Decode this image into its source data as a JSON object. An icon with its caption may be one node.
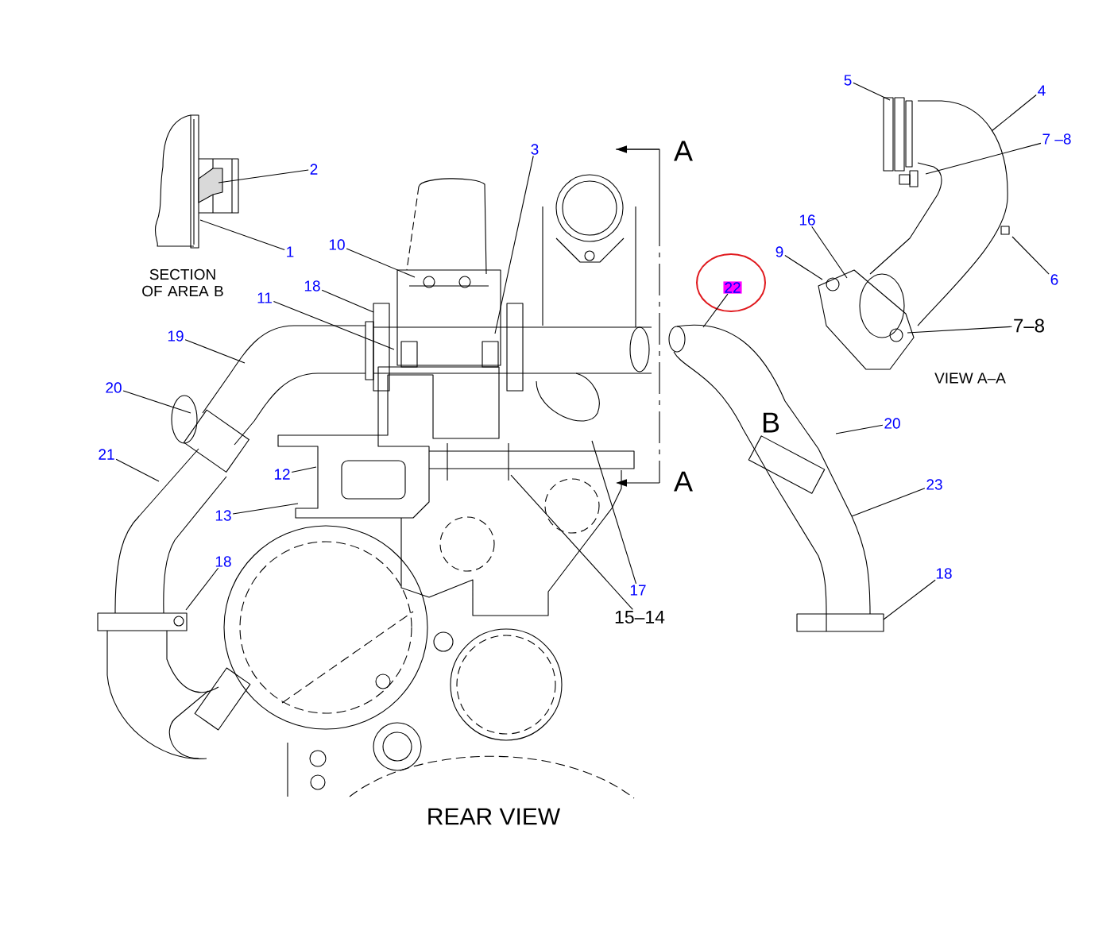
{
  "diagram": {
    "nodes": [
      {
        "text": [
          "2"
        ]
      },
      {
        "text": [
          "1"
        ]
      },
      {
        "text": [
          "10"
        ]
      },
      {
        "text": [
          "18"
        ]
      },
      {
        "text": [
          "11"
        ]
      },
      {
        "text": [
          "3"
        ]
      },
      {
        "text": [
          "19"
        ]
      },
      {
        "text": [
          "20"
        ]
      },
      {
        "text": [
          "21"
        ]
      },
      {
        "text": [
          "12"
        ]
      },
      {
        "text": [
          "13"
        ]
      },
      {
        "text": [
          "18"
        ]
      },
      {
        "text": [
          "17"
        ]
      },
      {
        "text": [
          "15–14"
        ]
      },
      {
        "text": [
          "22"
        ]
      },
      {
        "text": [
          "5"
        ]
      },
      {
        "text": [
          "4"
        ]
      },
      {
        "text": [
          "7 –8"
        ]
      },
      {
        "text": [
          "16"
        ]
      },
      {
        "text": [
          "9"
        ]
      },
      {
        "text": [
          "6"
        ]
      },
      {
        "text": [
          "7–8"
        ]
      },
      {
        "text": [
          "20"
        ]
      },
      {
        "text": [
          "23"
        ]
      },
      {
        "text": [
          "18"
        ]
      }
    ],
    "edges": [
      {
        "from": 0,
        "to": null,
        "arrow": "none"
      },
      {
        "from": 1,
        "to": null,
        "arrow": "none"
      },
      {
        "from": 2,
        "to": null,
        "arrow": "none"
      },
      {
        "from": 3,
        "to": null,
        "arrow": "none"
      },
      {
        "from": 4,
        "to": null,
        "arrow": "none"
      },
      {
        "from": 5,
        "to": null,
        "arrow": "none"
      },
      {
        "from": 6,
        "to": null,
        "arrow": "none"
      },
      {
        "from": 7,
        "to": null,
        "arrow": "none"
      },
      {
        "from": 8,
        "to": null,
        "arrow": "none"
      },
      {
        "from": 9,
        "to": null,
        "arrow": "none"
      },
      {
        "from": 10,
        "to": null,
        "arrow": "none"
      },
      {
        "from": 11,
        "to": null,
        "arrow": "none"
      },
      {
        "from": 12,
        "to": null,
        "arrow": "none"
      },
      {
        "from": 13,
        "to": null,
        "arrow": "none"
      },
      {
        "from": 14,
        "to": null,
        "arrow": "none"
      },
      {
        "from": 15,
        "to": null,
        "arrow": "none"
      },
      {
        "from": 16,
        "to": null,
        "arrow": "none"
      },
      {
        "from": 17,
        "to": null,
        "arrow": "none"
      },
      {
        "from": 18,
        "to": null,
        "arrow": "none"
      },
      {
        "from": 19,
        "to": null,
        "arrow": "none"
      },
      {
        "from": 20,
        "to": null,
        "arrow": "none"
      },
      {
        "from": 21,
        "to": null,
        "arrow": "none"
      },
      {
        "from": 22,
        "to": null,
        "arrow": "none"
      },
      {
        "from": 23,
        "to": null,
        "arrow": "none"
      },
      {
        "from": 24,
        "to": null,
        "arrow": "none"
      }
    ],
    "labels": [
      "A",
      "SECTION OF AREA B",
      "VIEW A–A",
      "B",
      "A",
      "REAR VIEW"
    ]
  }
}
